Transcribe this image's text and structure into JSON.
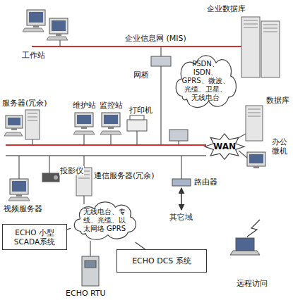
{
  "diagram": {
    "nodes": [
      {
        "text": [
          "PSDN、ISDN、GPRS、微波、光缆、卫星、无线电台"
        ]
      },
      {
        "text": [
          "WAN"
        ]
      },
      {
        "text": [
          "无线电台、专线、光缆、以太网络 GPRS"
        ]
      },
      {
        "text": [
          "ECHO 小型SCADA系统"
        ]
      },
      {
        "text": [
          "ECHO DCS 系统"
        ]
      }
    ],
    "edges": [
      {
        "from": 2,
        "to": 3,
        "arrow": "none"
      },
      {
        "from": 2,
        "to": 4,
        "arrow": "none"
      }
    ],
    "labels": [
      "工作站",
      "企业数据库",
      "企业信息网 (MIS)",
      "网桥",
      "服务器(冗余)",
      "维护站",
      "监控站",
      "打印机",
      "数据库",
      "办公微机",
      "投影仪",
      "通信服务器(冗余)",
      "视频服务器",
      "路由器",
      "其它域",
      "ECHO RTU",
      "远程访问"
    ]
  }
}
